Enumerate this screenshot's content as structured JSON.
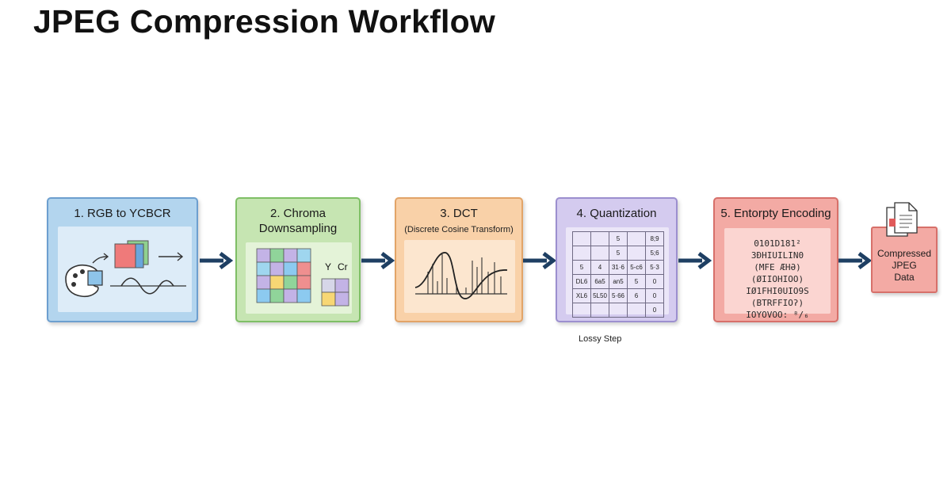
{
  "title": "JPEG Compression Workflow",
  "steps": [
    {
      "title": "1. RGB to YCBCR"
    },
    {
      "title_line1": "2. Chroma",
      "title_line2": "Downsampling",
      "labels": [
        "Y",
        "Cr"
      ]
    },
    {
      "title": "3. DCT",
      "subtitle": "(Discrete Cosine Transform)"
    },
    {
      "title": "4. Quantization",
      "table": [
        [
          "",
          "",
          "5",
          "",
          "8;9"
        ],
        [
          "",
          "",
          "5",
          "",
          "5;6"
        ],
        [
          "5",
          "4",
          "31·6",
          "5-c6",
          "5·3"
        ],
        [
          "DL6",
          "6a5",
          "an5",
          "5",
          "0"
        ],
        [
          "XL6",
          "5L50",
          "5·66",
          "6",
          "0"
        ],
        [
          "",
          "",
          "",
          "",
          "0"
        ]
      ],
      "note": "Lossy Step"
    },
    {
      "title": "5. Entorpty Encoding",
      "bits": [
        "0101D181²",
        "3ÐHIUILIN0",
        "(MFE ÆHƏ)",
        "(ØIIOHIOO)",
        "IØ1FHI0UIO9S",
        "(BTRFFIOʔ)",
        "IOYOVOO: ⁸/₆"
      ]
    }
  ],
  "output": {
    "lines": [
      "Compressed",
      "JPEG",
      "Data"
    ]
  },
  "colors": {
    "arrow": "#1e3f63",
    "step1": "#b3d5ee",
    "step2": "#c6e5b2",
    "step3": "#f9d1a8",
    "step4": "#d4cbef",
    "step5": "#f3aaa4"
  },
  "icons": [
    "palette-icon",
    "color-planes-icon",
    "wave-icon",
    "color-grid-icon",
    "cosine-plot-icon",
    "document-icon",
    "arrow-right-icon"
  ]
}
